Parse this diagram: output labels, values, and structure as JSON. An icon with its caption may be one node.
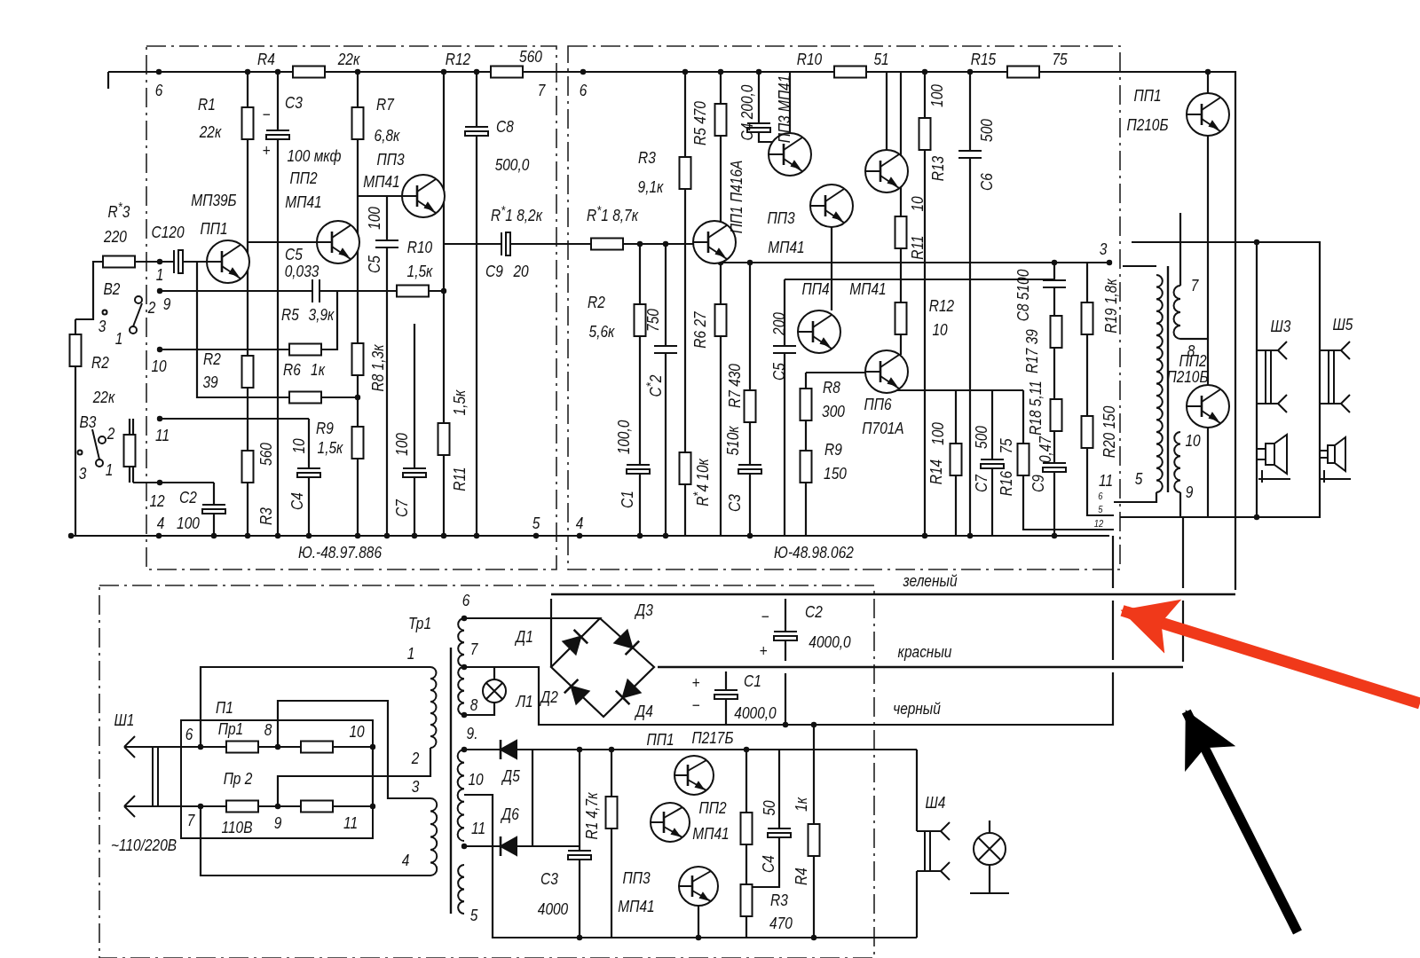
{
  "diagram": {
    "nodes": [
      {
        "text": [],
        "shape": "line"
      },
      {
        "text": [],
        "shape": "line"
      }
    ],
    "edges": [
      {
        "from": null,
        "to": 0,
        "arrow": "to",
        "color": "#f0391a"
      },
      {
        "from": null,
        "to": 1,
        "arrow": "to",
        "color": "#000000"
      }
    ],
    "labels": [
      "R4",
      "22к",
      "R12",
      "560",
      "R10",
      "51",
      "R15",
      "75",
      "6",
      "7",
      "6",
      "100",
      "ПП1",
      "R1",
      "С3",
      "R7",
      "−",
      "R5 470",
      "С4 200,0",
      "ПП3 МП41",
      "П210Б",
      "С8",
      "500",
      "22к",
      "6,8к",
      "+",
      "100 мкф",
      "ПП3",
      "R3",
      "500,0",
      "R13",
      "ПП2",
      "МП41",
      "С6",
      "9,1к",
      "МП39Б",
      "МП41",
      "R$^{*}$3",
      "ПП1 П416А",
      "R$^{*}$1 8,2к",
      "R$^{*}$1 8,7к",
      "10",
      "100",
      "ПП3",
      "ПП1",
      "С120",
      "220",
      "МП41",
      "R11",
      "R10",
      "С5",
      "3",
      "С5",
      "0,033",
      "1,5к",
      "С9",
      "20",
      "1",
      "7",
      "В2",
      "ПП4",
      "МП41",
      "С8 5100",
      "2",
      "9",
      "R2",
      "R12",
      "R19 1,8к",
      "R5",
      "3,9к",
      "750",
      "200",
      "Ш3",
      "Ш5",
      "3",
      "5,6к",
      "10",
      "R6 27",
      "1",
      "8",
      "R17 39",
      "ПП2",
      "R2",
      "10",
      "R2",
      "R8 1,3к",
      "R6",
      "1к",
      "С5",
      "П210Б",
      "39",
      "С$^{*}$2",
      "R7 430",
      "R8",
      "22к",
      "1,5к",
      "ПП6",
      "R18 5,11",
      "300",
      "В3",
      "R9",
      "П701А",
      "R20 150",
      "2",
      "11",
      "100",
      "500",
      "100,0",
      "510к",
      "10",
      "10",
      "100",
      "75",
      "1,5к",
      "0,47",
      "R9",
      "560",
      "1",
      "3",
      "150",
      "R14",
      "R11",
      "С7",
      "R16",
      "С9",
      "11",
      "5",
      "R$^{*}$4 10к",
      "9",
      "12",
      "С2",
      "С4",
      "С1",
      "С3",
      "6",
      "С7",
      "5",
      "R3",
      "4",
      "100",
      "5",
      "4",
      "12",
      "Ю.-48.97.886",
      "Ю-48.98.062",
      "зеленый",
      "6",
      "Д3",
      "−",
      "С2",
      "Тр1",
      "Д1",
      "4000,0",
      "7",
      "+",
      "красныи",
      "1",
      "С1",
      "+",
      "Д2",
      "Л1",
      "8",
      "−",
      "П1",
      "черный",
      "Д4",
      "4000,0",
      "Ш1",
      "Пр1",
      "8",
      "10",
      "6",
      "9.",
      "ПП1",
      "П217Б",
      "2",
      "Д5",
      "Пр 2",
      "10",
      "3",
      "R1 4,7к",
      "ПП2",
      "50",
      "1к",
      "Д6",
      "7",
      "9",
      "11",
      "110В",
      "11",
      "МП41",
      "Ш4",
      "~110/220В",
      "4",
      "С4",
      "R4",
      "ПП3",
      "С3",
      "R3",
      "МП41",
      "4000",
      "5",
      "470"
    ]
  }
}
